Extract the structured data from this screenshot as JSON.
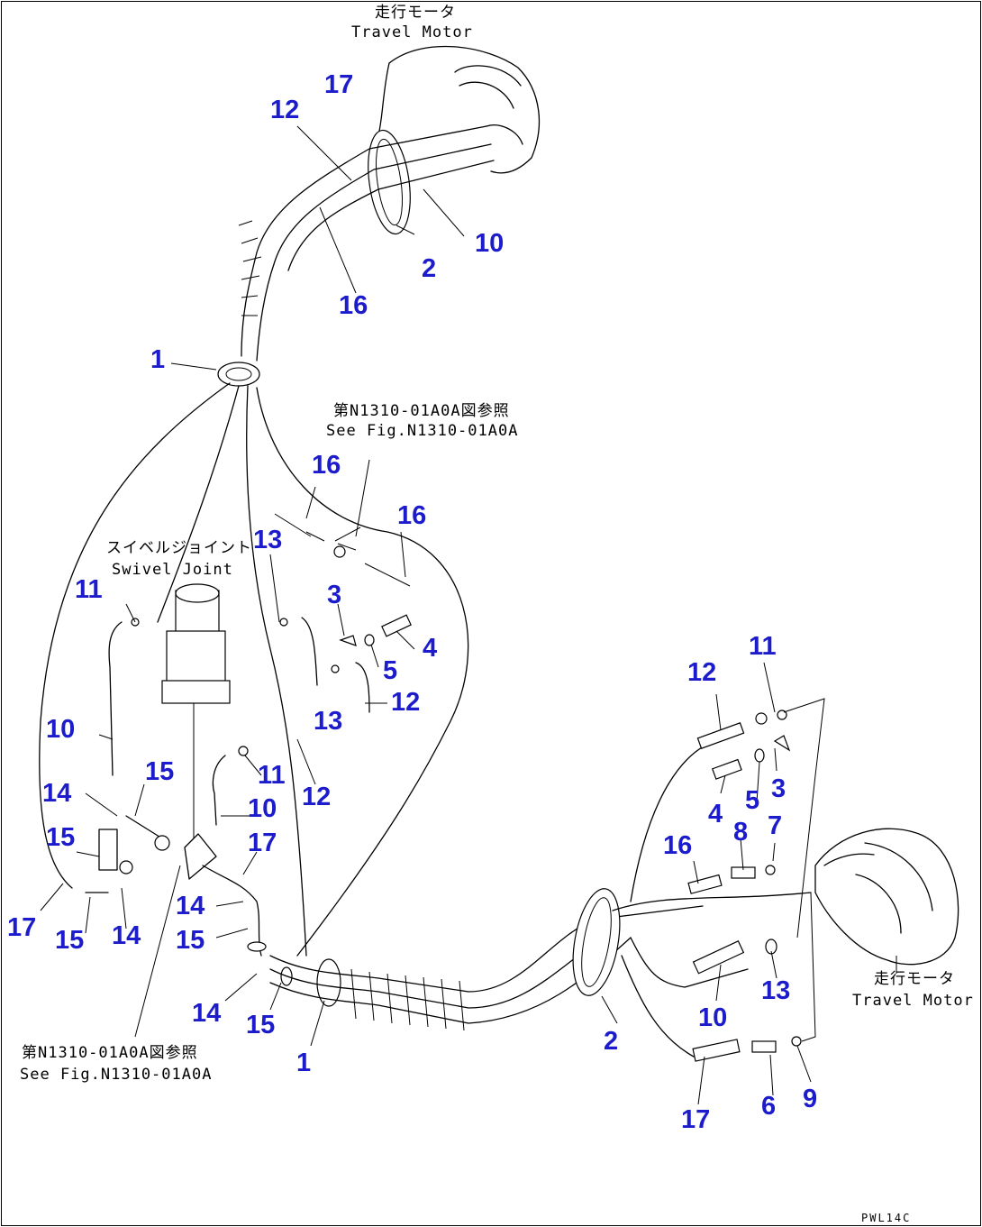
{
  "captions": {
    "travel_motor_top_jp": "走行モータ",
    "travel_motor_top_en": "Travel Motor",
    "ref_top_jp": "第N1310-01A0A図参照",
    "ref_top_en": "See Fig.N1310-01A0A",
    "swivel_jp": "スイベルジョイント",
    "swivel_en": "Swivel Joint",
    "ref_bottom_jp": "第N1310-01A0A図参照",
    "ref_bottom_en": "See Fig.N1310-01A0A",
    "travel_motor_right_jp": "走行モータ",
    "travel_motor_right_en": "Travel Motor"
  },
  "drawing_code": "PWL14C",
  "callouts": [
    "17",
    "12",
    "10",
    "2",
    "16",
    "1",
    "16",
    "16",
    "13",
    "11",
    "3",
    "4",
    "5",
    "12",
    "10",
    "13",
    "11",
    "12",
    "10",
    "17",
    "15",
    "14",
    "15",
    "17",
    "15",
    "14",
    "14",
    "15",
    "14",
    "15",
    "1",
    "11",
    "12",
    "3",
    "5",
    "4",
    "7",
    "8",
    "16",
    "13",
    "10",
    "2",
    "17",
    "6",
    "9"
  ],
  "colors": {
    "callout": "#1c1ccc",
    "linework": "#000000",
    "background": "#ffffff"
  }
}
